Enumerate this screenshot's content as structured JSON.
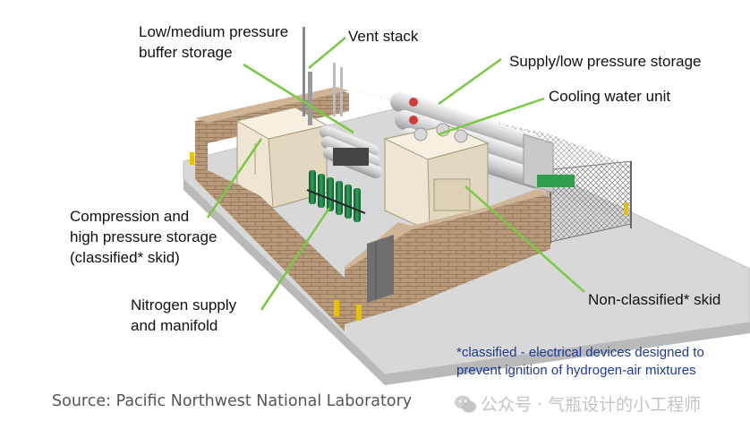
{
  "labels": {
    "buffer_line1": "Low/medium pressure",
    "buffer_line2": "buffer storage",
    "vent": "Vent stack",
    "supply": "Supply/low pressure storage",
    "cooling": "Cooling water unit",
    "compression_line1": "Compression and",
    "compression_line2": "high pressure storage",
    "compression_line3": "(classified* skid)",
    "nitrogen_line1": "Nitrogen supply",
    "nitrogen_line2": "and manifold",
    "nonclassified": "Non-classified* skid"
  },
  "footnote": {
    "line1": "*classified - electrical devices designed to",
    "line2": "prevent ignition of hydrogen-air mixtures"
  },
  "source": "Source: Pacific Northwest National Laboratory",
  "watermark": "公众号 · 气瓶设计的小工程师",
  "colors": {
    "leader": "#7ac943",
    "footnote": "#1f3a93",
    "brick": "#b89a7a",
    "ground": "#d8d8d8",
    "equipment": "#eee6d2"
  }
}
